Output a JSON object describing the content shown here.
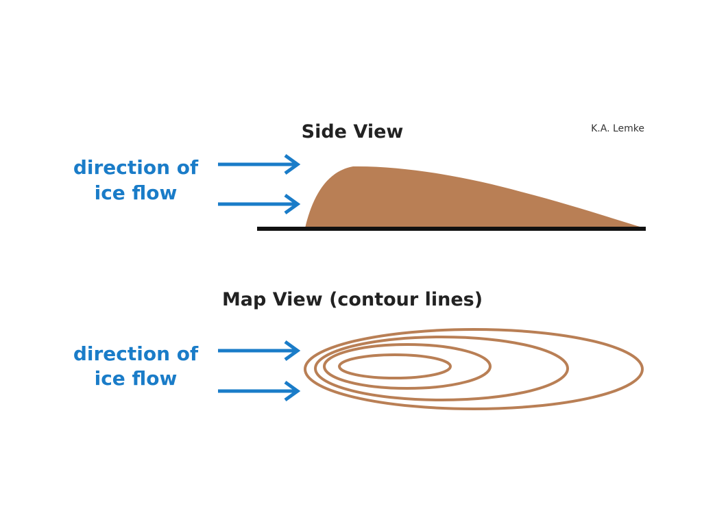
{
  "side_view": {
    "title": "Side View",
    "credit": "K.A. Lemke",
    "label_line1": "direction of",
    "label_line2": "ice flow"
  },
  "map_view": {
    "title": "Map View (contour lines)",
    "label_line1": "direction of",
    "label_line2": "ice flow"
  },
  "colors": {
    "arrow": "#1a7cc8",
    "drumlin": "#b97f55",
    "ground": "#111111"
  }
}
